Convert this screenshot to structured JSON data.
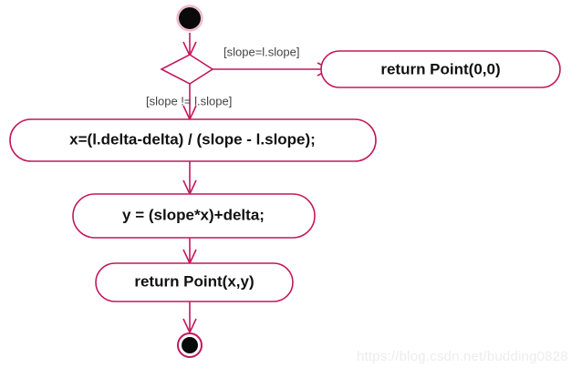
{
  "diagram": {
    "type": "uml-activity-diagram",
    "title": "",
    "background_color": "#ffffff",
    "accent_color": "#c2185b",
    "text_color": "#111111",
    "guard_text_color": "#444444",
    "nodes": [
      {
        "id": "start",
        "kind": "initial-node",
        "label": ""
      },
      {
        "id": "decision",
        "kind": "decision-node",
        "label": ""
      },
      {
        "id": "return-zero",
        "kind": "action-node",
        "label": "return Point(0,0)"
      },
      {
        "id": "compute-x",
        "kind": "action-node",
        "label": "x=(l.delta-delta) / (slope - l.slope);"
      },
      {
        "id": "compute-y",
        "kind": "action-node",
        "label": "y = (slope*x)+delta;"
      },
      {
        "id": "return-xy",
        "kind": "action-node",
        "label": "return Point(x,y)"
      },
      {
        "id": "end",
        "kind": "final-node",
        "label": ""
      }
    ],
    "edges": [
      {
        "id": "start-to-decision",
        "from": "start",
        "to": "decision",
        "guard": ""
      },
      {
        "id": "decision-to-return-zero",
        "from": "decision",
        "to": "return-zero",
        "guard": "[slope=l.slope]"
      },
      {
        "id": "decision-to-compute-x",
        "from": "decision",
        "to": "compute-x",
        "guard": "[slope != l.slope]"
      },
      {
        "id": "compute-x-to-compute-y",
        "from": "compute-x",
        "to": "compute-y",
        "guard": ""
      },
      {
        "id": "compute-y-to-return-xy",
        "from": "compute-y",
        "to": "return-xy",
        "guard": ""
      },
      {
        "id": "return-xy-to-end",
        "from": "return-xy",
        "to": "end",
        "guard": ""
      }
    ]
  },
  "watermark": {
    "text": "https://blog.csdn.net/budding0828"
  }
}
